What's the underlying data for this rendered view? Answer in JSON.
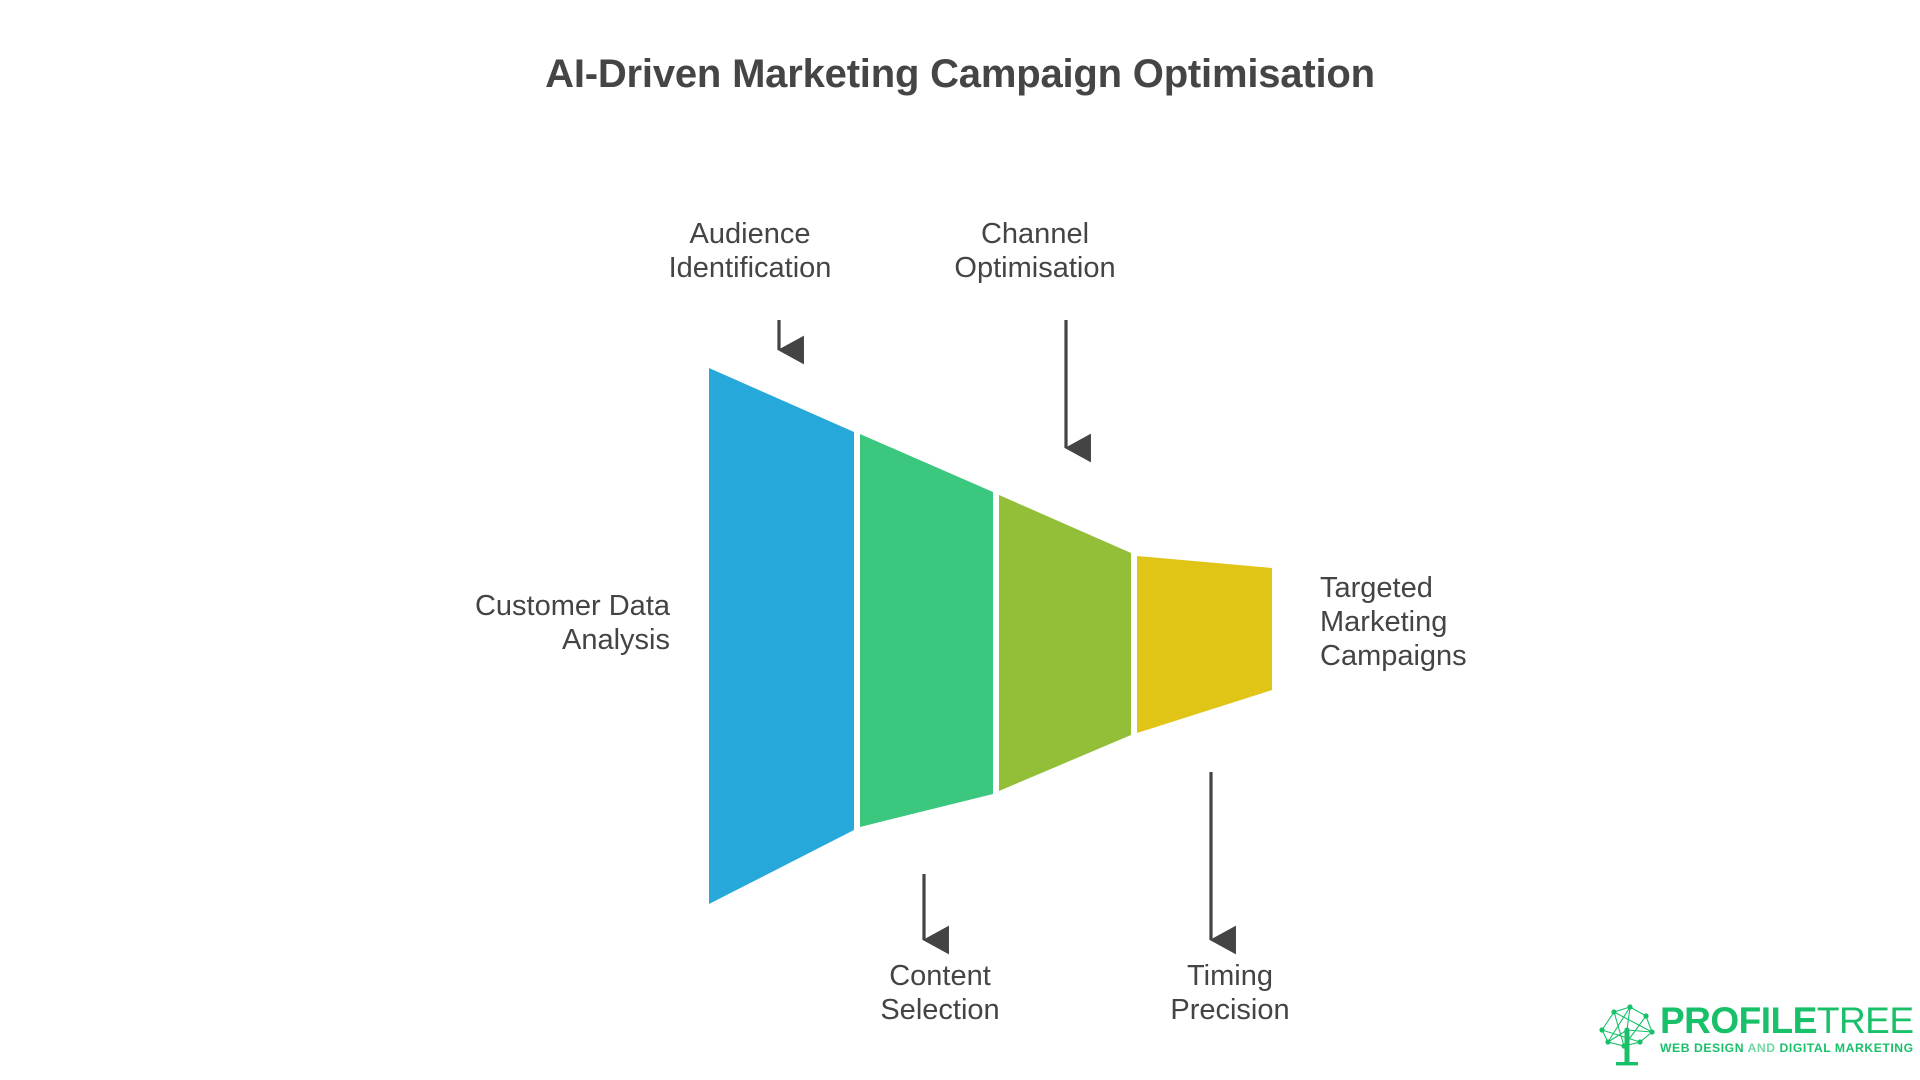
{
  "page": {
    "title": "AI-Driven Marketing Campaign Optimisation",
    "background_color": "#FFFFFF",
    "text_color": "#444444"
  },
  "chart_data": {
    "type": "funnel",
    "title": "AI-Driven Marketing Campaign Optimisation",
    "orientation": "horizontal-left-to-right",
    "stages": [
      {
        "index": 1,
        "label": "Audience Identification",
        "color": "#27A8DB",
        "label_position": "top"
      },
      {
        "index": 2,
        "label": "Content Selection",
        "color": "#3CC77F",
        "label_position": "bottom"
      },
      {
        "index": 3,
        "label": "Channel Optimisation",
        "color": "#92BE38",
        "label_position": "top"
      },
      {
        "index": 4,
        "label": "Timing Precision",
        "color": "#E0C517",
        "label_position": "bottom"
      }
    ],
    "input_label": "Customer Data Analysis",
    "output_label": "Targeted Marketing Campaigns",
    "legend": "none",
    "grid": false
  },
  "callouts": {
    "audience": "Audience\nIdentification",
    "channel": "Channel\nOptimisation",
    "customer": "Customer Data\nAnalysis",
    "targeted": "Targeted\nMarketing\nCampaigns",
    "content": "Content\nSelection",
    "timing": "Timing\nPrecision"
  },
  "logo": {
    "word_bold": "PROFILE",
    "word_light": "TREE",
    "tagline_part1": "WEB DESIGN ",
    "tagline_and": "AND",
    "tagline_part2": " DIGITAL MARKETING",
    "color": "#18C06A",
    "mark": "network-tree-icon"
  }
}
